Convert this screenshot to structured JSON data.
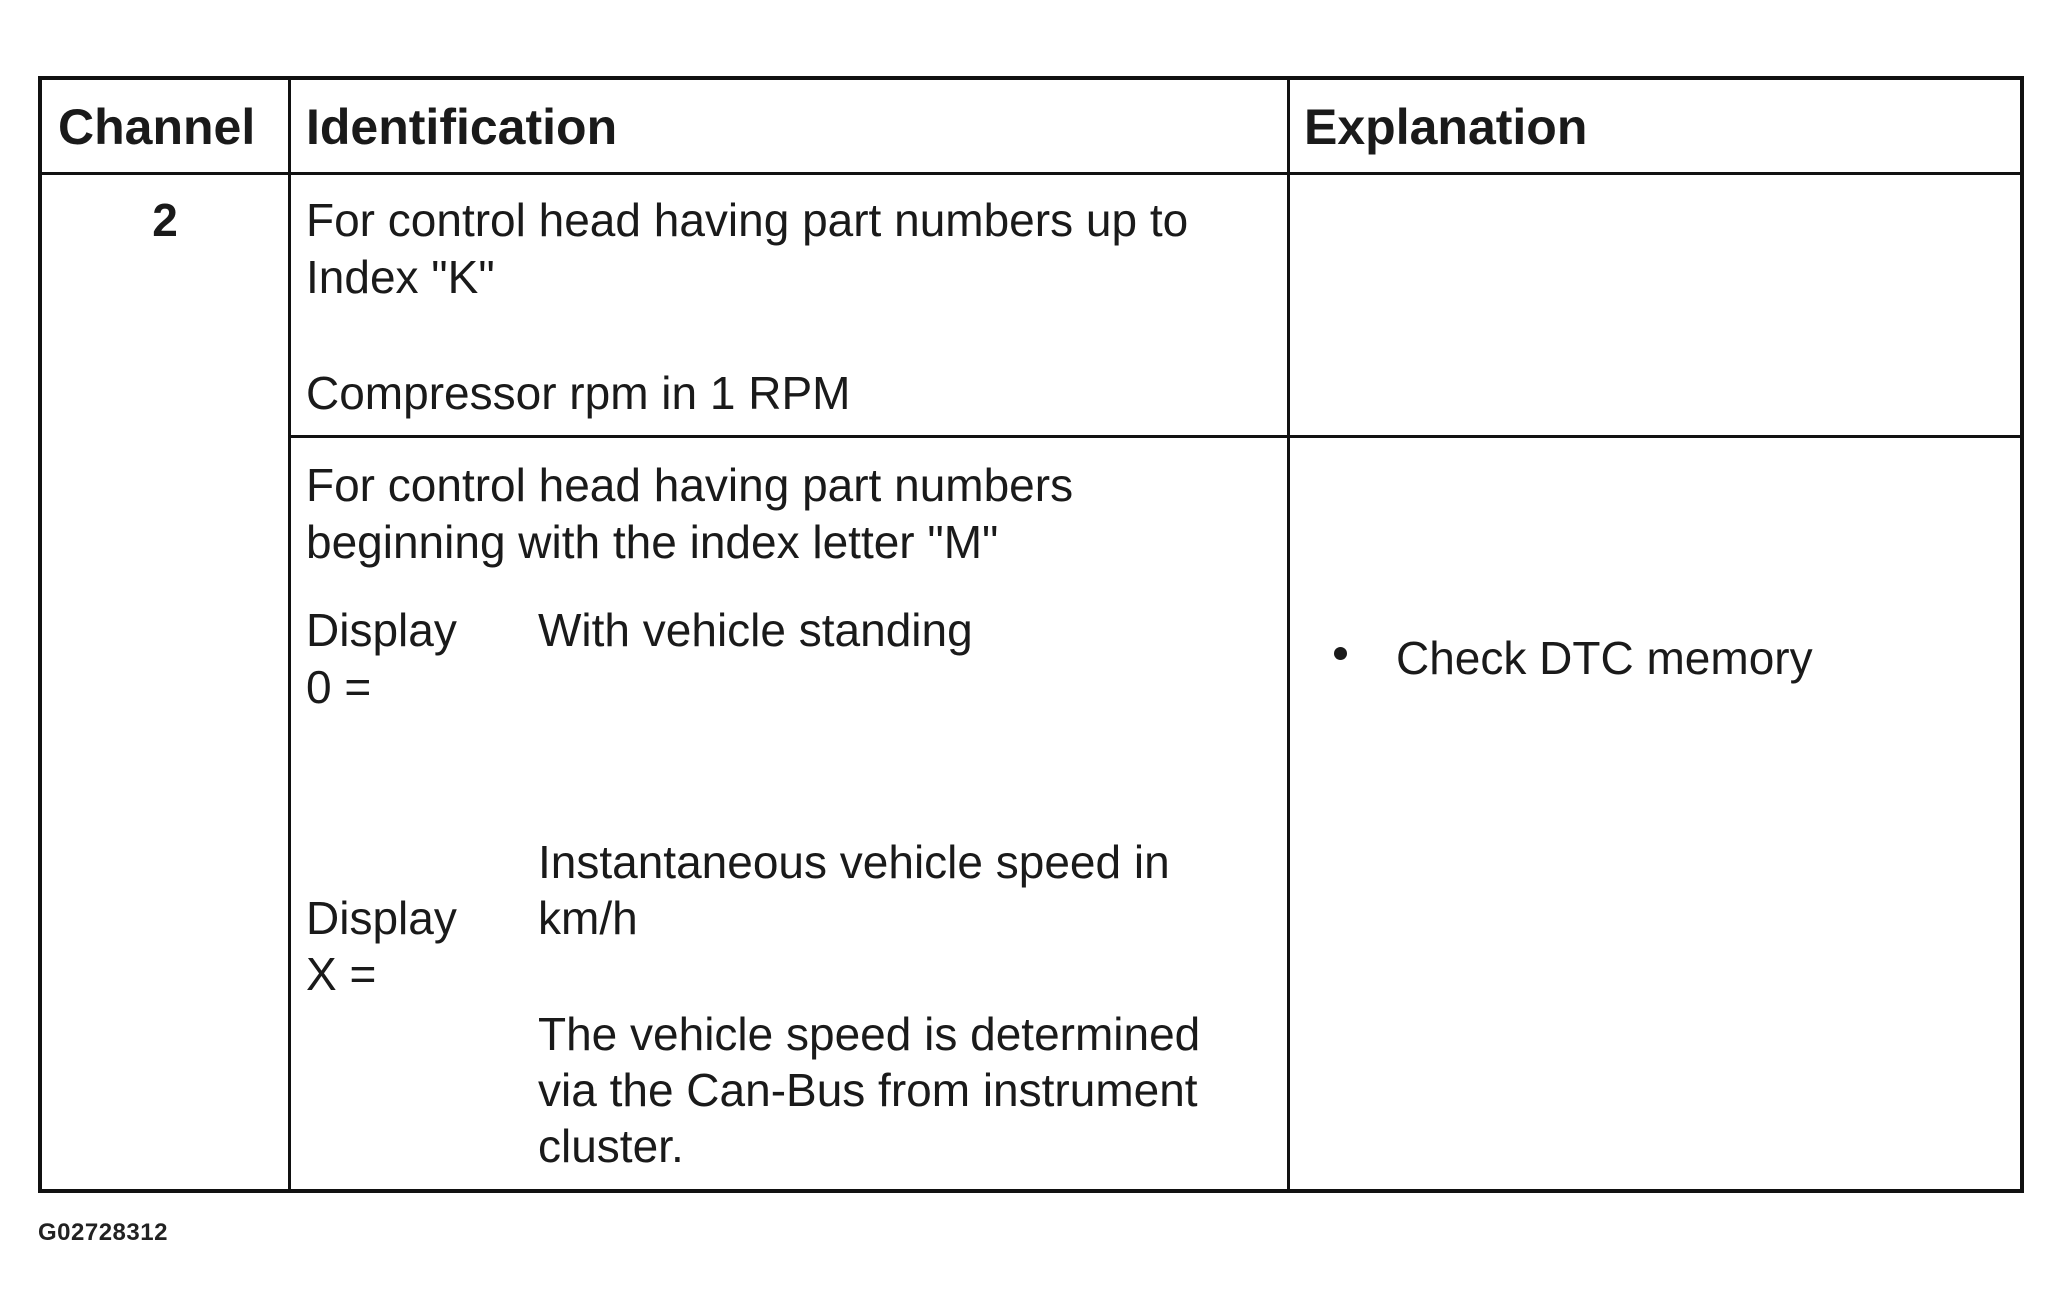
{
  "table": {
    "headers": {
      "channel": "Channel",
      "identification": "Identification",
      "explanation": "Explanation"
    },
    "channel_value": "2",
    "row1": {
      "identification_line1": "For control head having part numbers up to",
      "identification_line2": "Index \"K\"",
      "identification_line3": "Compressor rpm in 1 RPM"
    },
    "row2": {
      "identification_line1": "For control head having part numbers",
      "identification_line2": "beginning with the index letter \"M\"",
      "display0_label_line1": "Display",
      "display0_label_line2": "0 =",
      "display0_text": "With vehicle standing",
      "displayx_label_line1": "Display",
      "displayx_label_line2": "X =",
      "displayx_text_line1": "Instantaneous vehicle speed in",
      "displayx_text_line2": "km/h",
      "displayx_note_line1": "The vehicle speed is determined",
      "displayx_note_line2": "via the Can-Bus from instrument",
      "displayx_note_line3": "cluster.",
      "explanation_bullet": "Check DTC memory"
    }
  },
  "footer": {
    "figure_code": "G02728312"
  }
}
